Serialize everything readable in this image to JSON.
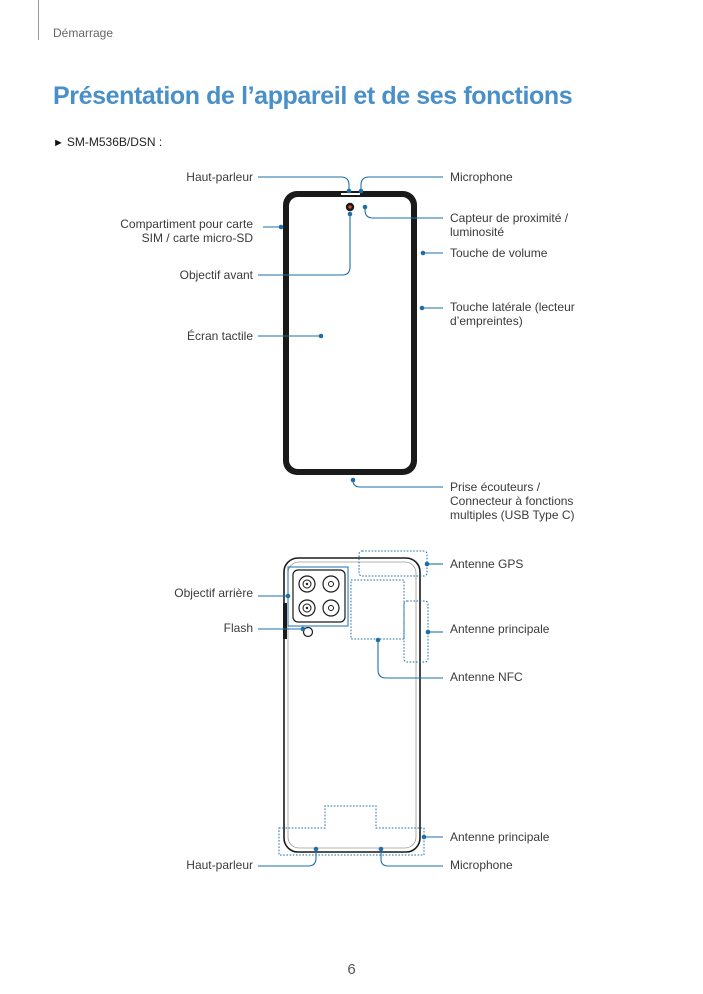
{
  "header": {
    "section": "Démarrage"
  },
  "title": "Présentation de l’appareil et de ses fonctions",
  "model": {
    "marker": "►",
    "label": "SM-M536B/DSN :"
  },
  "front_labels": {
    "speaker": "Haut-parleur",
    "sim_tray": "Compartiment pour carte SIM / carte micro-SD",
    "front_camera": "Objectif avant",
    "touchscreen": "Écran tactile",
    "microphone": "Microphone",
    "proximity_sensor": "Capteur de proximité / luminosité",
    "volume_key": "Touche de volume",
    "side_key": "Touche latérale (lecteur d’empreintes)",
    "jack": "Prise écouteurs / Connecteur à fonctions multiples (USB Type C)"
  },
  "back_labels": {
    "rear_camera": "Objectif arrière",
    "flash": "Flash",
    "speaker": "Haut-parleur",
    "gps_antenna": "Antenne GPS",
    "main_antenna_top": "Antenne principale",
    "nfc_antenna": "Antenne NFC",
    "main_antenna_bottom": "Antenne principale",
    "microphone": "Microphone"
  },
  "colors": {
    "accent": "#4a90c8",
    "callout": "#1e6fa8"
  },
  "page_number": "6"
}
